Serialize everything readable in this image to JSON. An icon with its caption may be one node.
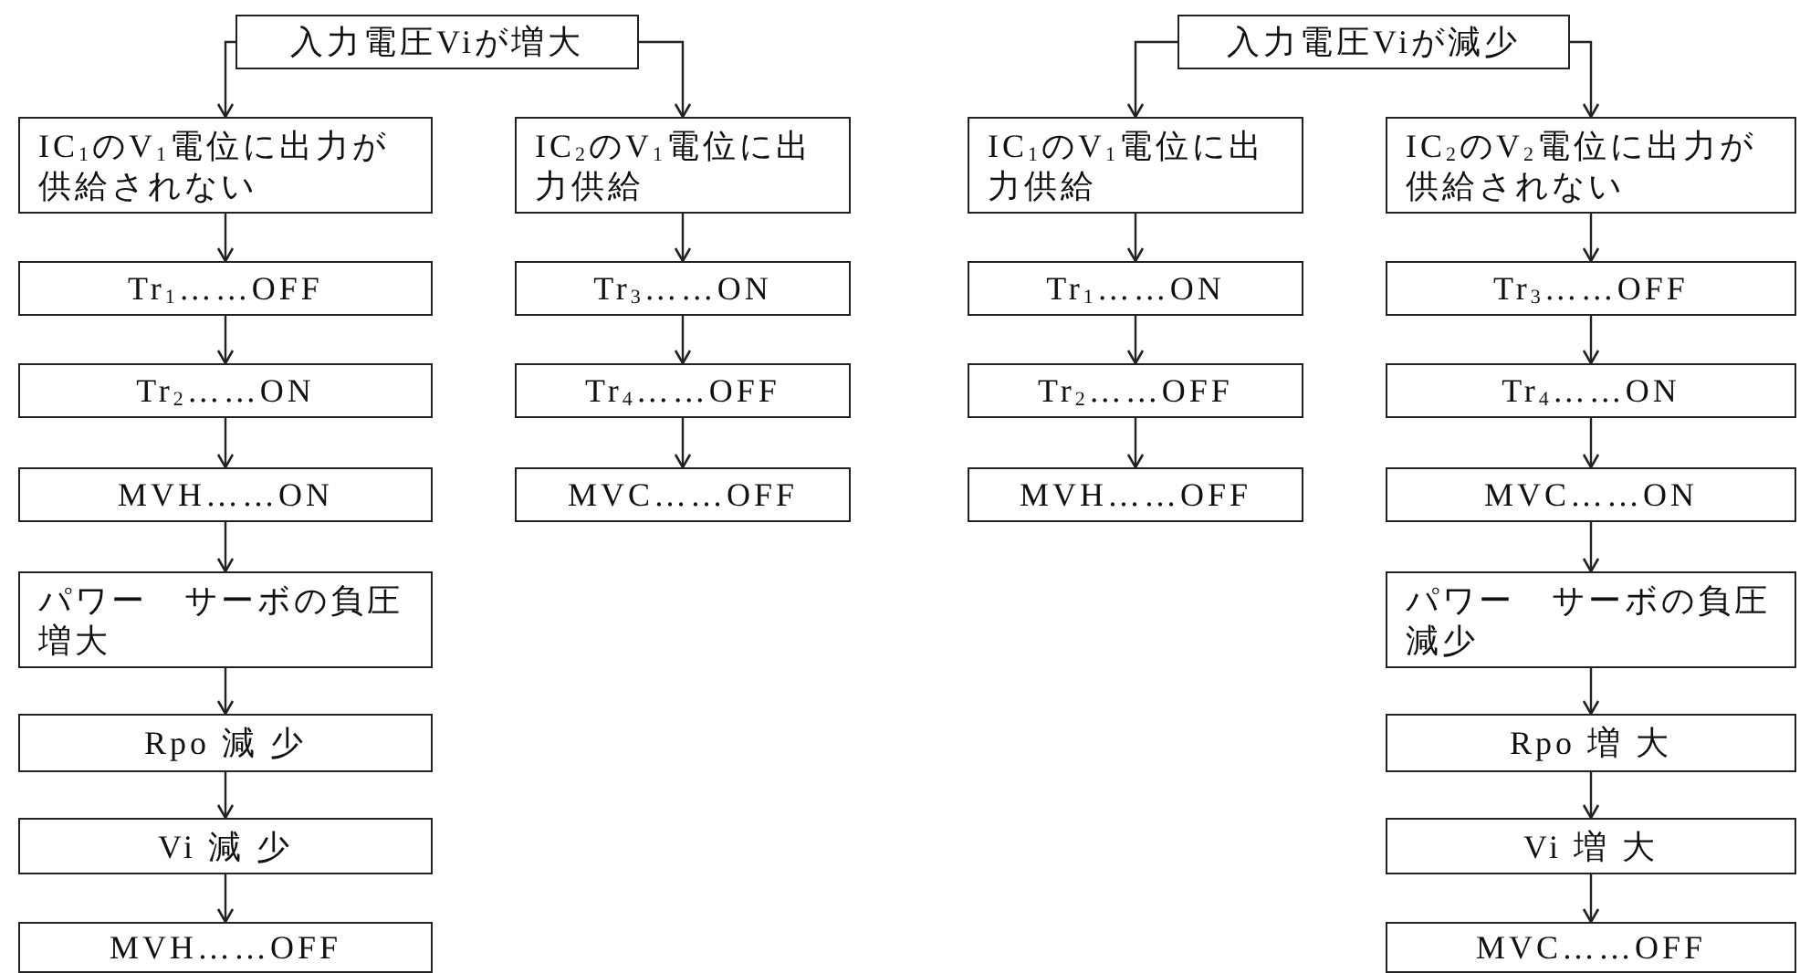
{
  "diagram": {
    "nodes": [
      {
        "text": [
          "入力電圧Viが増大"
        ]
      },
      {
        "text": [
          "IC$_{1}$のV$_{1}$電位に出力が供給されない"
        ]
      },
      {
        "text": [
          "Tr$_{1}$……OFF"
        ]
      },
      {
        "text": [
          "Tr$_{2}$……ON"
        ]
      },
      {
        "text": [
          "MVH……ON"
        ]
      },
      {
        "text": [
          "パワー　サーボの負圧増大"
        ]
      },
      {
        "text": [
          "Rpo 減 少"
        ]
      },
      {
        "text": [
          "Vi 減 少"
        ]
      },
      {
        "text": [
          "MVH……OFF"
        ]
      },
      {
        "text": [
          "IC$_{2}$のV$_{1}$電位に出力供給"
        ]
      },
      {
        "text": [
          "Tr$_{3}$……ON"
        ]
      },
      {
        "text": [
          "Tr$_{4}$……OFF"
        ]
      },
      {
        "text": [
          "MVC……OFF"
        ]
      },
      {
        "text": [
          "入力電圧Viが減少"
        ]
      },
      {
        "text": [
          "IC$_{1}$のV$_{1}$電位に出力供給"
        ]
      },
      {
        "text": [
          "Tr$_{1}$……ON"
        ]
      },
      {
        "text": [
          "Tr$_{2}$……OFF"
        ]
      },
      {
        "text": [
          "MVH……OFF"
        ]
      },
      {
        "text": [
          "IC$_{2}$のV$_{2}$電位に出力が供給されない"
        ]
      },
      {
        "text": [
          "Tr$_{3}$……OFF"
        ]
      },
      {
        "text": [
          "Tr$_{4}$……ON"
        ]
      },
      {
        "text": [
          "MVC……ON"
        ]
      },
      {
        "text": [
          "パワー　サーボの負圧減少"
        ]
      },
      {
        "text": [
          "Rpo 増 大"
        ]
      },
      {
        "text": [
          "Vi 増 大"
        ]
      },
      {
        "text": [
          "MVC……OFF"
        ]
      }
    ],
    "edges": [
      {
        "from": 0,
        "to": 1,
        "arrow": "to"
      },
      {
        "from": 0,
        "to": 9,
        "arrow": "to"
      },
      {
        "from": 1,
        "to": 2,
        "arrow": "to"
      },
      {
        "from": 2,
        "to": 3,
        "arrow": "to"
      },
      {
        "from": 3,
        "to": 4,
        "arrow": "to"
      },
      {
        "from": 4,
        "to": 5,
        "arrow": "to"
      },
      {
        "from": 5,
        "to": 6,
        "arrow": "to"
      },
      {
        "from": 6,
        "to": 7,
        "arrow": "to"
      },
      {
        "from": 7,
        "to": 8,
        "arrow": "to"
      },
      {
        "from": 9,
        "to": 10,
        "arrow": "to"
      },
      {
        "from": 10,
        "to": 11,
        "arrow": "to"
      },
      {
        "from": 11,
        "to": 12,
        "arrow": "to"
      },
      {
        "from": 13,
        "to": 14,
        "arrow": "to"
      },
      {
        "from": 13,
        "to": 18,
        "arrow": "to"
      },
      {
        "from": 14,
        "to": 15,
        "arrow": "to"
      },
      {
        "from": 15,
        "to": 16,
        "arrow": "to"
      },
      {
        "from": 16,
        "to": 17,
        "arrow": "to"
      },
      {
        "from": 18,
        "to": 19,
        "arrow": "to"
      },
      {
        "from": 19,
        "to": 20,
        "arrow": "to"
      },
      {
        "from": 20,
        "to": 21,
        "arrow": "to"
      },
      {
        "from": 21,
        "to": 22,
        "arrow": "to"
      },
      {
        "from": 22,
        "to": 23,
        "arrow": "to"
      },
      {
        "from": 23,
        "to": 24,
        "arrow": "to"
      },
      {
        "from": 24,
        "to": 25,
        "arrow": "to"
      }
    ]
  }
}
